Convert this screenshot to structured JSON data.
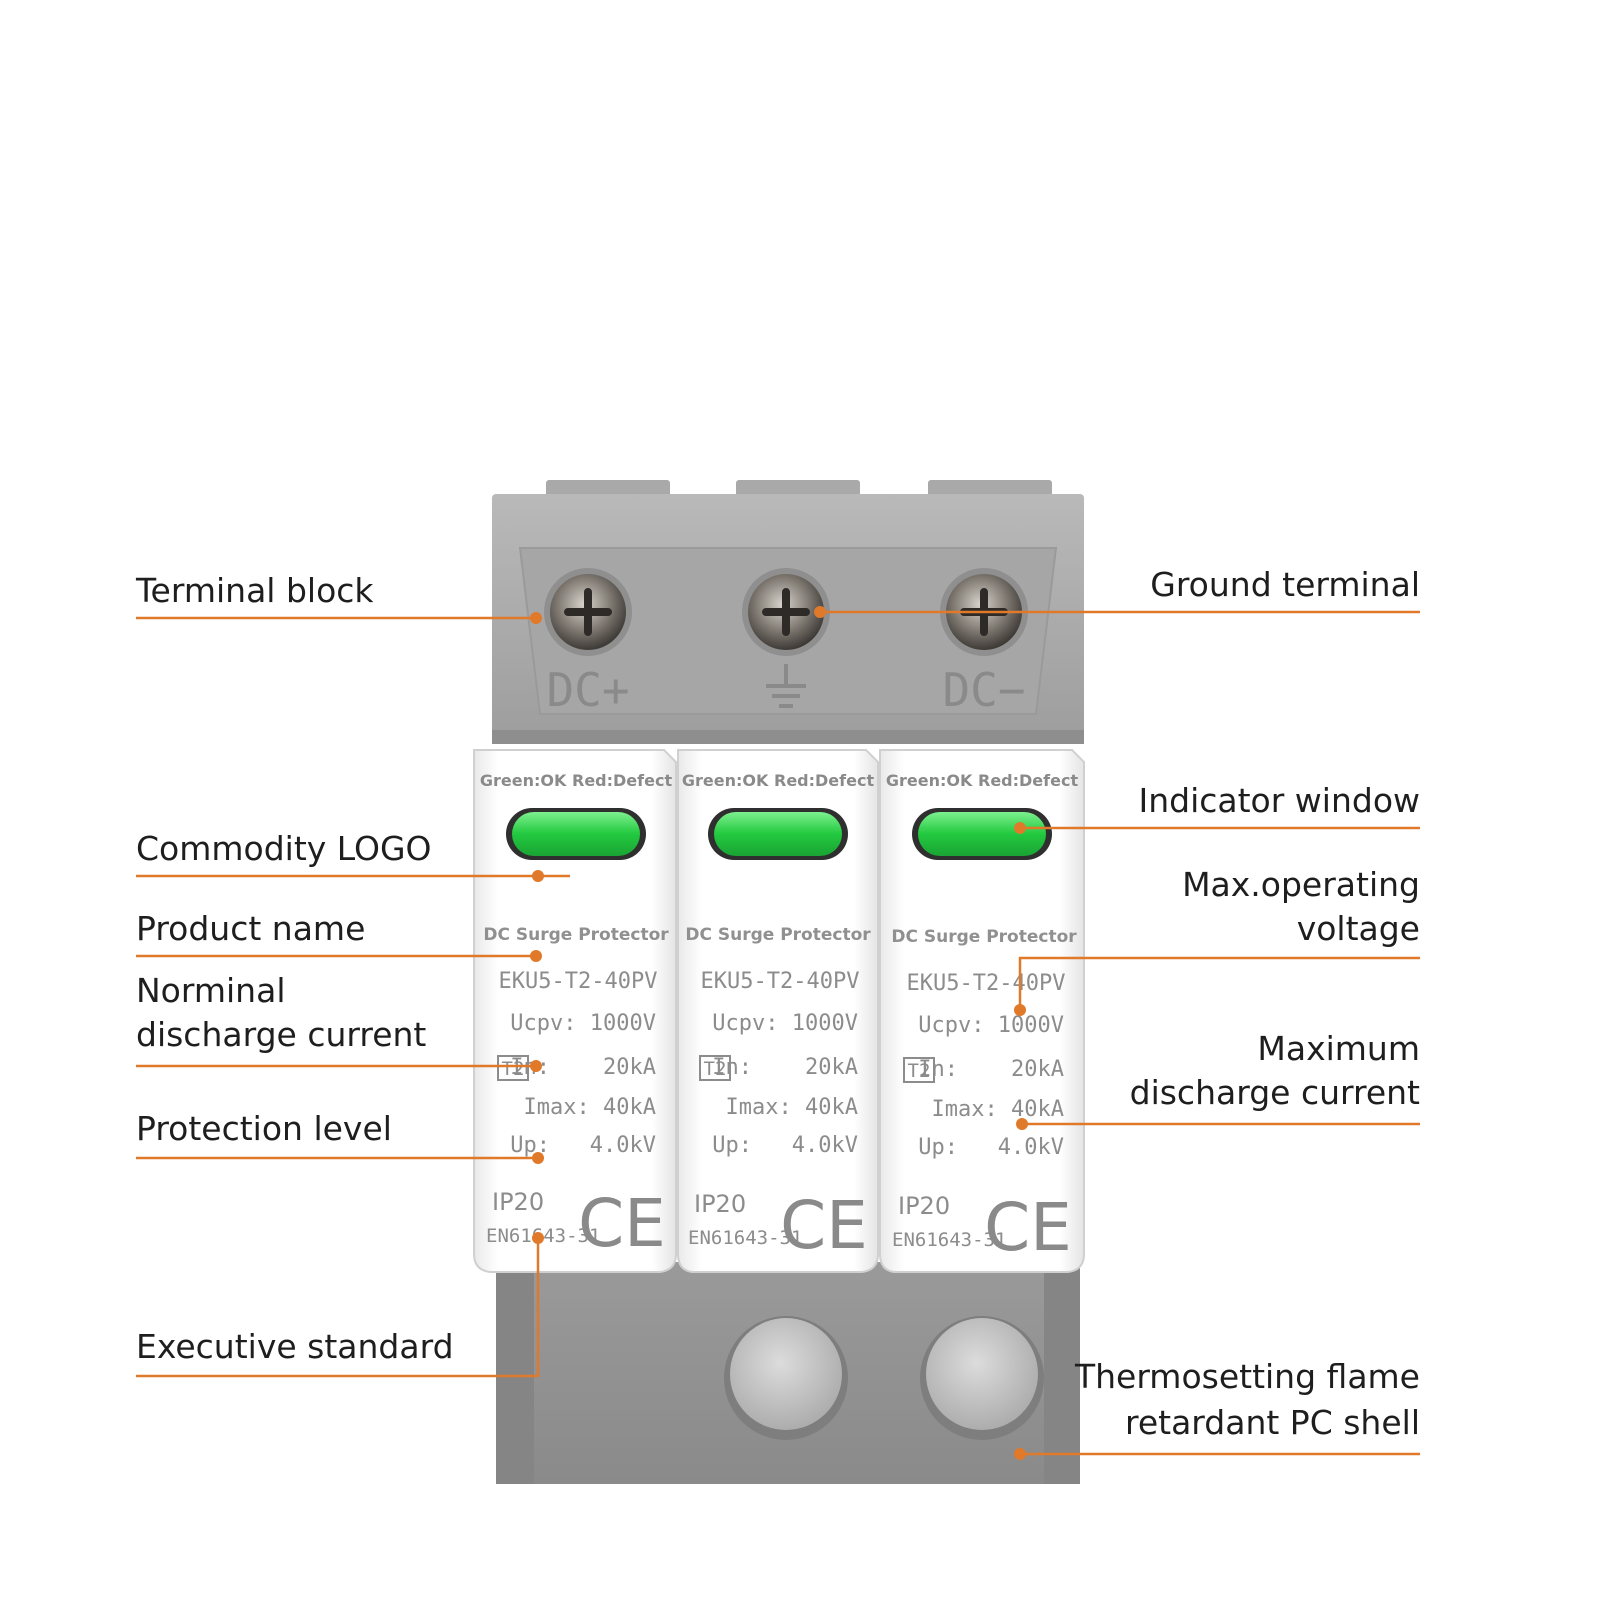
{
  "terminals": [
    "DC+",
    "⏚",
    "DC−"
  ],
  "module": {
    "indicator_caption": "Green:OK  Red:Defect",
    "product_name": "DC Surge Protector",
    "model": "EKU5-T2-40PV",
    "ucpv": "Ucpv: 1000V",
    "t2_badge": "T2",
    "in": "In:    20kA",
    "imax": "Imax: 40kA",
    "up": "Up:   4.0kV",
    "ip": "IP20",
    "standard": "EN61643-31",
    "ce": "CE"
  },
  "callouts_left": {
    "terminal_block": "Terminal block",
    "commodity_logo": "Commodity LOGO",
    "product_name": "Product name",
    "nominal_1": "Norminal",
    "nominal_2": "discharge current",
    "protection_level": "Protection level",
    "executive_standard": "Executive standard"
  },
  "callouts_right": {
    "ground_terminal": "Ground terminal",
    "indicator_window": "Indicator window",
    "max_op_1": "Max.operating",
    "max_op_2": "voltage",
    "max_dis_1": "Maximum",
    "max_dis_2": "discharge current",
    "shell_1": "Thermosetting flame",
    "shell_2": "retardant PC shell"
  },
  "colors": {
    "leader": "#e07a2a",
    "indicator_green": "#2ecc4a",
    "housing_gray": "#a3a3a3"
  }
}
